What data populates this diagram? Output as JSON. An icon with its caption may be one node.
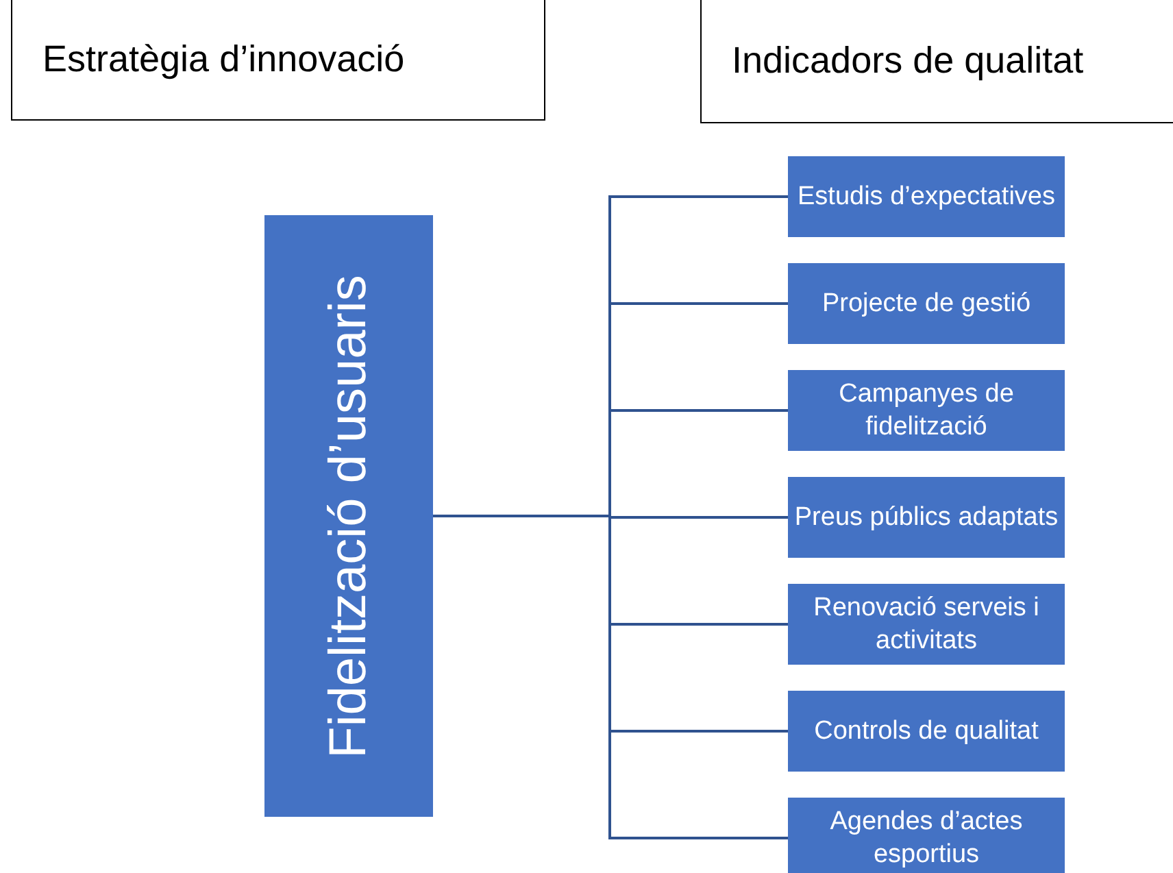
{
  "diagram": {
    "nodes": [
      {
        "text": [
          "Estratègia d’innovació"
        ]
      },
      {
        "text": [
          "Indicadors de qualitat"
        ]
      },
      {
        "text": [
          "Fidelització d’usuaris"
        ]
      },
      {
        "text": [
          "Estudis d’expectatives"
        ]
      },
      {
        "text": [
          "Projecte de gestió"
        ]
      },
      {
        "text": [
          "Campanyes de fidelització"
        ]
      },
      {
        "text": [
          "Preus públics adaptats"
        ]
      },
      {
        "text": [
          "Renovació serveis i activitats"
        ]
      },
      {
        "text": [
          "Controls de qualitat"
        ]
      },
      {
        "text": [
          "Agendes d’actes esportius"
        ]
      }
    ],
    "edges": [
      {
        "from": 2,
        "to": 3,
        "arrow": "none"
      },
      {
        "from": 2,
        "to": 4,
        "arrow": "none"
      },
      {
        "from": 2,
        "to": 5,
        "arrow": "none"
      },
      {
        "from": 2,
        "to": 6,
        "arrow": "none"
      },
      {
        "from": 2,
        "to": 7,
        "arrow": "none"
      },
      {
        "from": 2,
        "to": 8,
        "arrow": "none"
      },
      {
        "from": 2,
        "to": 9,
        "arrow": "none"
      }
    ]
  }
}
